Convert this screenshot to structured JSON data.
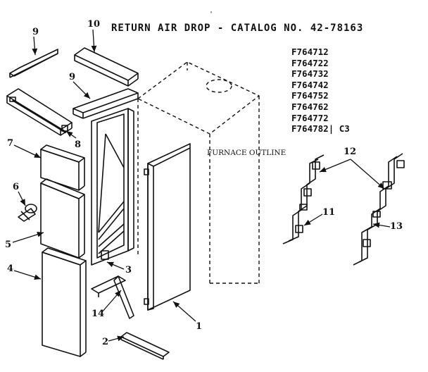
{
  "title": "RETURN AIR DROP - CATALOG NO. 42-78163",
  "model_numbers": [
    "F764712",
    "F764722",
    "F764732",
    "F764742",
    "F764752",
    "F764762",
    "F764772",
    "F764782"
  ],
  "suffix": "C3",
  "furnace_label": "FURNACE OUTLINE",
  "callouts": {
    "c1": "1",
    "c2": "2",
    "c3": "3",
    "c4": "4",
    "c5": "5",
    "c6": "6",
    "c7": "7",
    "c8": "8",
    "c9a": "9",
    "c9b": "9",
    "c10": "10",
    "c11": "11",
    "c12": "12",
    "c13": "13",
    "c14": "14"
  }
}
